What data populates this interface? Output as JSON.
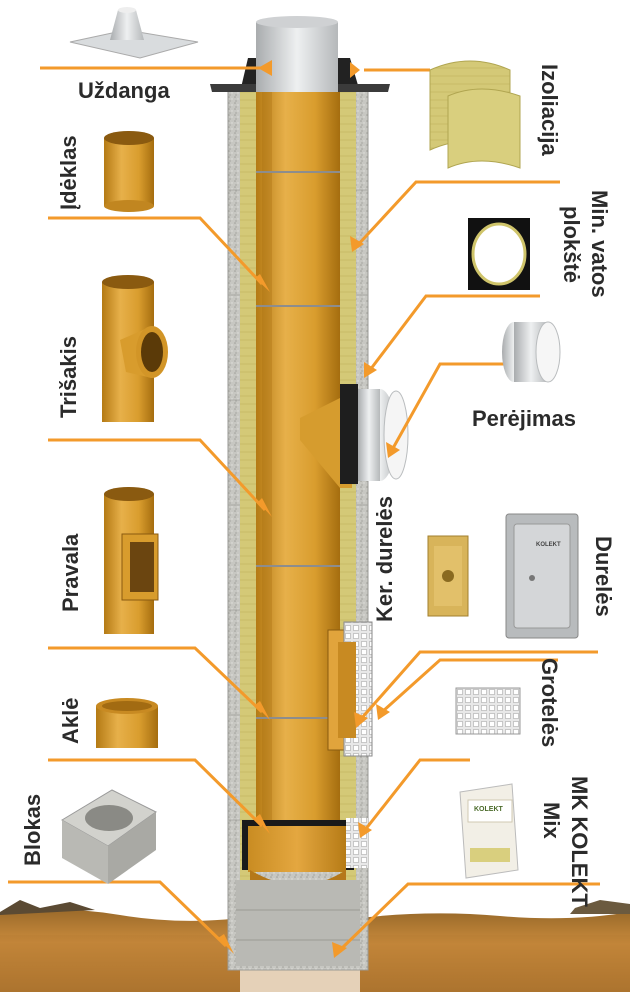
{
  "diagram": {
    "colors": {
      "arrow": "#f39a2b",
      "liner": "#d9a237",
      "liner_dark": "#b9831f",
      "block": "#c9c9c4",
      "insulation": "#cfc46a",
      "steel": "#d6d8da"
    },
    "labels": {
      "uzdanga": "Uždanga",
      "ideklas": "Įdėklas",
      "trisakis": "Trišakis",
      "pravala": "Pravala",
      "akle": "Aklė",
      "blokas": "Blokas",
      "izoliacija": "Izoliacija",
      "min_vatos_line1": "Min. vatos",
      "min_vatos_line2": "plokštė",
      "perejimas": "Perėjimas",
      "ker_dureles": "Ker. durelės",
      "dureles": "Durelės",
      "groteles": "Grotelės",
      "mk_kolekt_line1": "MK KOLEKT",
      "mk_kolekt_line2": "Mix",
      "bag_brand": "KOLEKT",
      "door_brand": "KOLEKT"
    }
  }
}
